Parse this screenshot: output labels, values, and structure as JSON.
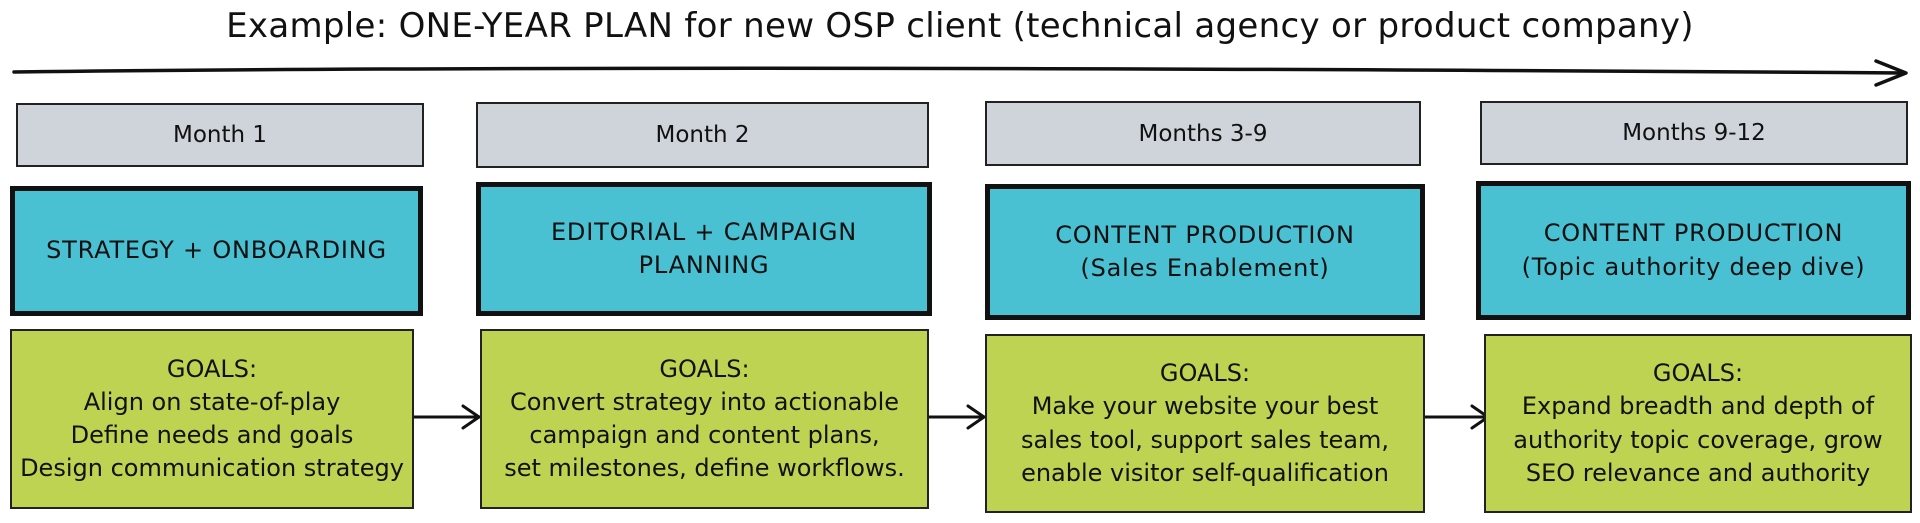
{
  "title": "Example: ONE-YEAR PLAN for new OSP client (technical agency or product company)",
  "colors": {
    "month_bg": "#ced4da",
    "phase_bg": "#4ac0d3",
    "goals_bg": "#bfd352",
    "stroke": "#111111"
  },
  "columns": [
    {
      "month": "Month 1",
      "phase_line1": "STRATEGY + ONBOARDING",
      "phase_line2": "",
      "goals_heading": "GOALS:",
      "goals_lines": [
        "Align on state-of-play",
        "Define needs and goals",
        "Design communication strategy"
      ]
    },
    {
      "month": "Month 2",
      "phase_line1": "EDITORIAL + CAMPAIGN",
      "phase_line2": "PLANNING",
      "goals_heading": "GOALS:",
      "goals_lines": [
        "Convert strategy into actionable",
        "campaign and content plans,",
        "set milestones, define workflows."
      ]
    },
    {
      "month": "Months 3-9",
      "phase_line1": "CONTENT PRODUCTION",
      "phase_line2": "(Sales Enablement)",
      "goals_heading": "GOALS:",
      "goals_lines": [
        "Make your website your best",
        "sales tool, support sales team,",
        "enable visitor self-qualification"
      ]
    },
    {
      "month": "Months 9-12",
      "phase_line1": "CONTENT PRODUCTION",
      "phase_line2": "(Topic authority deep dive)",
      "goals_heading": "GOALS:",
      "goals_lines": [
        "Expand breadth and depth of",
        "authority topic coverage, grow",
        "SEO relevance and authority"
      ]
    }
  ]
}
